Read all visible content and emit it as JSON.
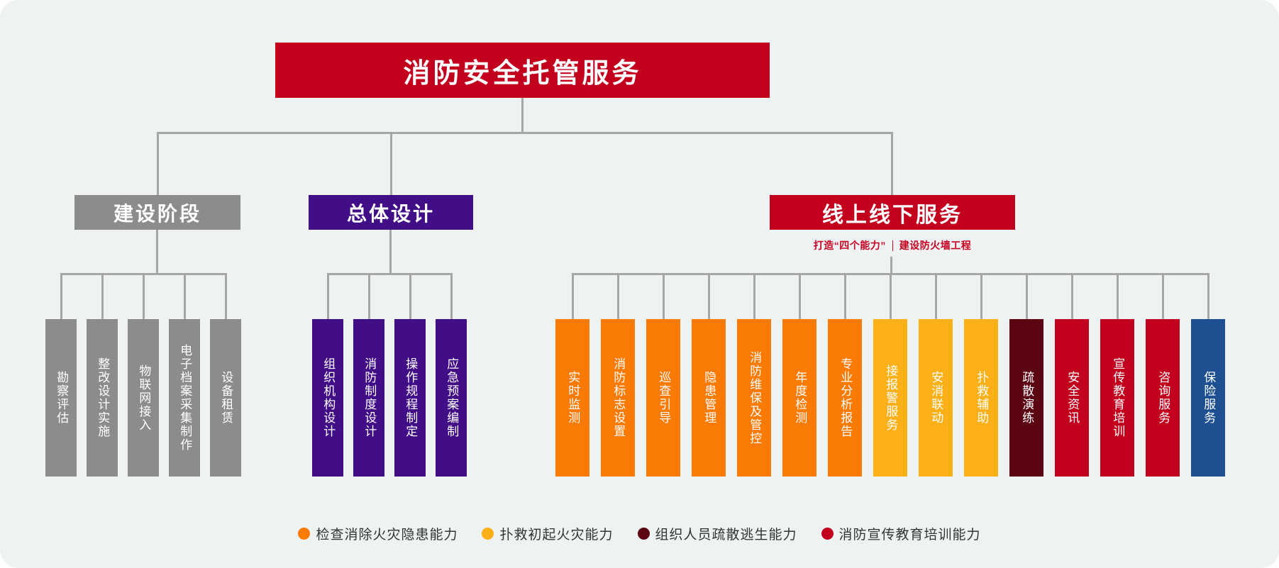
{
  "diagram": {
    "title": "消防安全托管服务",
    "title_color": "#c2001e",
    "background": "#eef2f3",
    "connector_color": "#a6a6a6"
  },
  "branches": [
    {
      "key": "construction",
      "label": "建设阶段",
      "color": "#8c8c8c",
      "items": [
        {
          "label": "勘察评估",
          "color": "#8c8c8c"
        },
        {
          "label": "整改设计实施",
          "color": "#8c8c8c"
        },
        {
          "label": "物联网接入",
          "color": "#8c8c8c"
        },
        {
          "label": "电子档案采集制作",
          "color": "#8c8c8c"
        },
        {
          "label": "设备租赁",
          "color": "#8c8c8c"
        }
      ]
    },
    {
      "key": "overall-design",
      "label": "总体设计",
      "color": "#410e88",
      "items": [
        {
          "label": "组织机构设计",
          "color": "#410e88"
        },
        {
          "label": "消防制度设计",
          "color": "#410e88"
        },
        {
          "label": "操作规程制定",
          "color": "#410e88"
        },
        {
          "label": "应急预案编制",
          "color": "#410e88"
        }
      ]
    },
    {
      "key": "online-offline-service",
      "label": "线上线下服务",
      "color": "#c2001e",
      "subtitle_left": "打造“四个能力”",
      "subtitle_right": "建设防火墙工程",
      "subtitle_color": "#c60020",
      "items": [
        {
          "label": "实时监测",
          "color": "#fa7a06"
        },
        {
          "label": "消防标志设置",
          "color": "#fa7a06"
        },
        {
          "label": "巡查引导",
          "color": "#fa7a06"
        },
        {
          "label": "隐患管理",
          "color": "#fa7a06"
        },
        {
          "label": "消防维保及管控",
          "color": "#fa7a06"
        },
        {
          "label": "年度检测",
          "color": "#fa7a06"
        },
        {
          "label": "专业分析报告",
          "color": "#fa7a06"
        },
        {
          "label": "接报警服务",
          "color": "#fbb018"
        },
        {
          "label": "安消联动",
          "color": "#fbb018"
        },
        {
          "label": "扑救辅助",
          "color": "#fbb018"
        },
        {
          "label": "疏散演练",
          "color": "#5c0512"
        },
        {
          "label": "安全资讯",
          "color": "#c2001e"
        },
        {
          "label": "宣传教育培训",
          "color": "#c2001e"
        },
        {
          "label": "咨询服务",
          "color": "#c2001e"
        },
        {
          "label": "保险服务",
          "color": "#1d4f91"
        }
      ]
    }
  ],
  "legend": [
    {
      "label": "检查消除火灾隐患能力",
      "color": "#fa7a06"
    },
    {
      "label": "扑救初起火灾能力",
      "color": "#fbb018"
    },
    {
      "label": "组织人员疏散逃生能力",
      "color": "#5c0512"
    },
    {
      "label": "消防宣传教育培训能力",
      "color": "#c2001e"
    }
  ]
}
